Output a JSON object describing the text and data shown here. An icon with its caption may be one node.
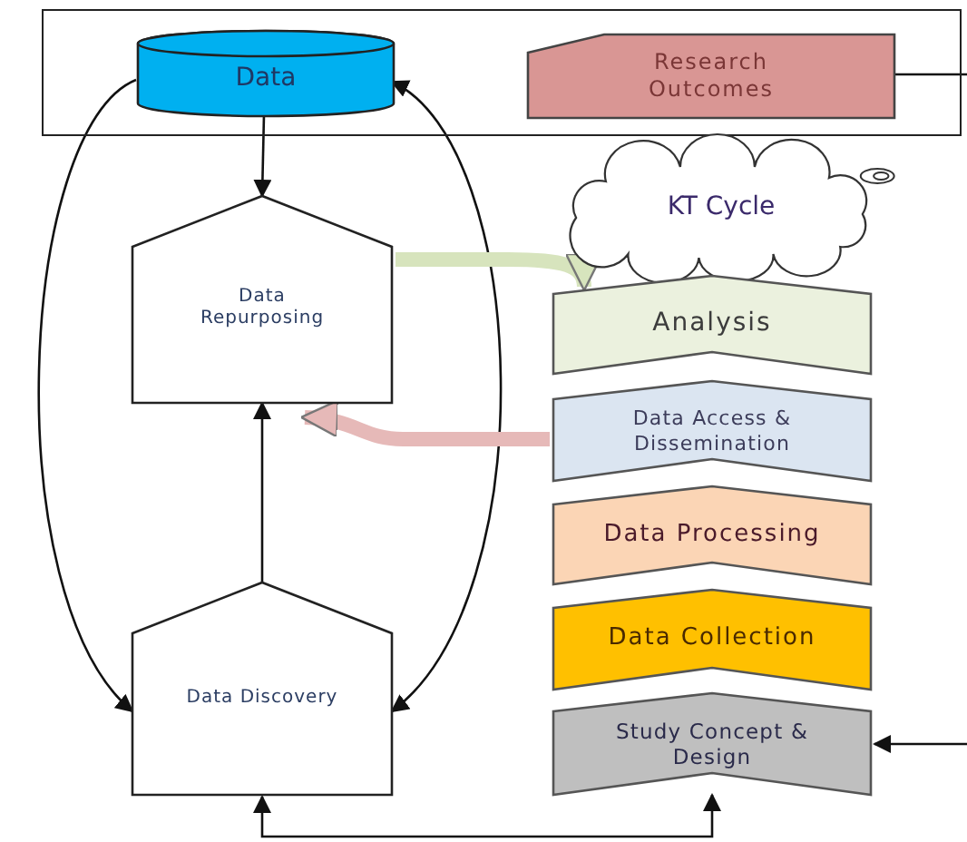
{
  "diagram": {
    "nodes": [
      {
        "text": [],
        "shape": "box"
      },
      {
        "text": [
          "Data"
        ],
        "in": 0
      },
      {
        "text": [
          "Research Outcomes"
        ],
        "in": 0
      },
      {
        "text": [
          "KT Cycle"
        ]
      },
      {
        "text": [
          "Data Repurposing"
        ]
      },
      {
        "text": [
          "Analysis"
        ]
      },
      {
        "text": [
          "Data Access & Dissemination"
        ]
      },
      {
        "text": [
          "Data Processing"
        ]
      },
      {
        "text": [
          "Data Collection"
        ]
      },
      {
        "text": [
          "Study Concept & Design"
        ]
      },
      {
        "text": [
          "Data Discovery"
        ]
      }
    ],
    "edges": [
      {
        "from": 1,
        "to": 4,
        "arrow": "to"
      },
      {
        "from": 1,
        "to": 10,
        "arrow": "to"
      },
      {
        "from": 10,
        "to": 1,
        "arrow": "both"
      },
      {
        "from": 10,
        "to": 4,
        "arrow": "to"
      },
      {
        "from": 4,
        "to": 5,
        "arrow": "to",
        "style": "thick",
        "color": "#d7e4bd"
      },
      {
        "from": 6,
        "to": 4,
        "arrow": "to",
        "style": "thick",
        "color": "#e6b9b8"
      },
      {
        "from": 10,
        "to": 9,
        "arrow": "both"
      },
      {
        "from": 2,
        "to": null,
        "arrow": "none"
      },
      {
        "from": null,
        "to": 9,
        "arrow": "to"
      }
    ]
  }
}
